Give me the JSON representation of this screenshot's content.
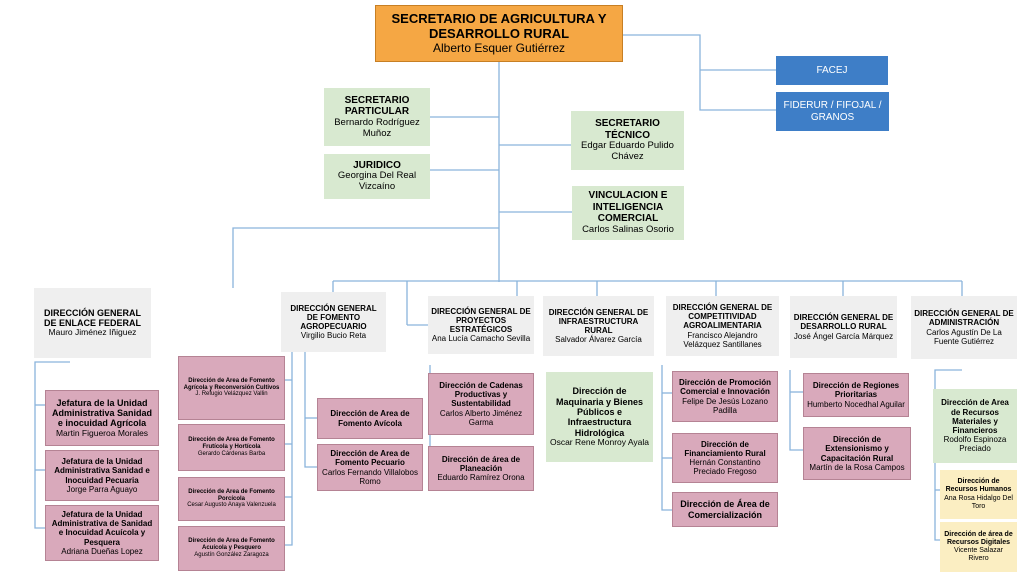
{
  "top": {
    "title": "SECRETARIO DE AGRICULTURA Y DESARROLLO RURAL",
    "name": "Alberto Esquer Gutiérrez"
  },
  "side": {
    "facej": "FACEJ",
    "fiderur": "FIDERUR / FIFOJAL / GRANOS"
  },
  "staff": {
    "particular": {
      "title": "SECRETARIO PARTICULAR",
      "name": "Bernardo Rodríguez Muñoz"
    },
    "juridico": {
      "title": "JURIDICO",
      "name": "Georgina Del Real Vizcaíno"
    },
    "tecnico": {
      "title": "SECRETARIO TÉCNICO",
      "name": "Edgar Eduardo Pulido Chávez"
    },
    "vinculacion": {
      "title": "VINCULACION E INTELIGENCIA COMERCIAL",
      "name": "Carlos Salinas Osorio"
    }
  },
  "directions": [
    {
      "title": "DIRECCIÓN GENERAL DE ENLACE FEDERAL",
      "name": "Mauro Jiménez Iñiguez"
    },
    {
      "title": "DIRECCIÓN GENERAL DE FOMENTO AGROPECUARIO",
      "name": "Virgilio Bucio Reta"
    },
    {
      "title": "DIRECCIÓN  GENERAL DE PROYECTOS ESTRATÉGICOS",
      "name": "Ana Lucía Camacho Sevilla"
    },
    {
      "title": "DIRECCIÓN GENERAL DE INFRAESTRUCTURA RURAL",
      "name": "Salvador Álvarez García"
    },
    {
      "title": "DIRECCIÓN GENERAL DE COMPETITIVIDAD AGROALIMENTARIA",
      "name": "Francisco Alejandro Velázquez Santillanes"
    },
    {
      "title": "DIRECCIÓN GENERAL DE DESARROLLO RURAL",
      "name": "José Ángel García Márquez"
    },
    {
      "title": "DIRECCIÓN GENERAL DE ADMINISTRACIÓN",
      "name": "Carlos Agustín De La Fuente Gutiérrez"
    }
  ],
  "enlace": [
    {
      "title": "Jefatura de la Unidad Administrativa Sanidad e inocuidad Agrícola",
      "name": "Martin Figueroa Morales"
    },
    {
      "title": "Jefatura de la Unidad Administrativa Sanidad e Inocuidad Pecuaria",
      "name": "Jorge Parra Aguayo"
    },
    {
      "title": "Jefatura de la Unidad Administrativa de Sanidad e Inocuidad Acuícola y Pesquera",
      "name": "Adriana Dueñas Lopez"
    }
  ],
  "fomento_left": [
    {
      "title": "Dirección de Area de Fomento Agrícola y Reconversión Cultivos",
      "name": "J. Refugio Velázquez Vallin"
    },
    {
      "title": "Dirección de Area de Fomento Frutícola y Hortícola",
      "name": "Gerardo Cárdenas Barba"
    },
    {
      "title": "Dirección de Area de Fomento Porcícola",
      "name": "Cesar Augusto Anaya Valenzuela"
    },
    {
      "title": "Dirección de Area de Fomento Acuícola y Pesquero",
      "name": "Agustín González Zaragoza"
    }
  ],
  "fomento_right": [
    {
      "title": "Dirección  de Area de Fomento Avícola",
      "name": ""
    },
    {
      "title": "Dirección de Area de Fomento Pecuario",
      "name": "Carlos Fernando Villalobos Romo"
    }
  ],
  "proyectos": [
    {
      "title": "Dirección de Cadenas Productivas y Sustentabilidad",
      "name": "Carlos  Alberto Jiménez Garma"
    },
    {
      "title": "Dirección de área de Planeación",
      "name": "Eduardo Ramírez Orona"
    }
  ],
  "infra": {
    "title": "Dirección de Maquinaria y Bienes Públicos e Infraestructura Hidrológica",
    "name": "Oscar Rene Monroy Ayala"
  },
  "compet": [
    {
      "title": "Dirección de Promoción Comercial e Innovación",
      "name": "Felipe De Jesús  Lozano Padilla"
    },
    {
      "title": "Dirección de Financiamiento Rural",
      "name": "Hernán Constantino Preciado Fregoso"
    },
    {
      "title": "Dirección de Área de Comercialización",
      "name": ""
    }
  ],
  "desarrollo": [
    {
      "title": "Dirección de Regiones Prioritarias",
      "name": "Humberto Nocedhal Aguilar"
    },
    {
      "title": "Dirección de Extensionismo y Capacitación Rural",
      "name": "Martín de la Rosa Campos"
    }
  ],
  "admin": [
    {
      "title": "Dirección de Area de Recursos Materiales y Financieros",
      "name": "Rodolfo Espinoza Preciado"
    },
    {
      "title": "Dirección de Recursos Humanos",
      "name": "Ana Rosa Hidalgo Del Toro"
    },
    {
      "title": "Dirección de área de Recursos Digitales",
      "name": "Vicente Salazar Rivero"
    }
  ],
  "colors": {
    "top": "#f5a744",
    "staff": "#d8e9d0",
    "direction": "#efefef",
    "unit": "#d9a9bb",
    "side": "#3e7ec7",
    "admin_sub": "#fbeec2",
    "line": "#8ab4dc"
  }
}
